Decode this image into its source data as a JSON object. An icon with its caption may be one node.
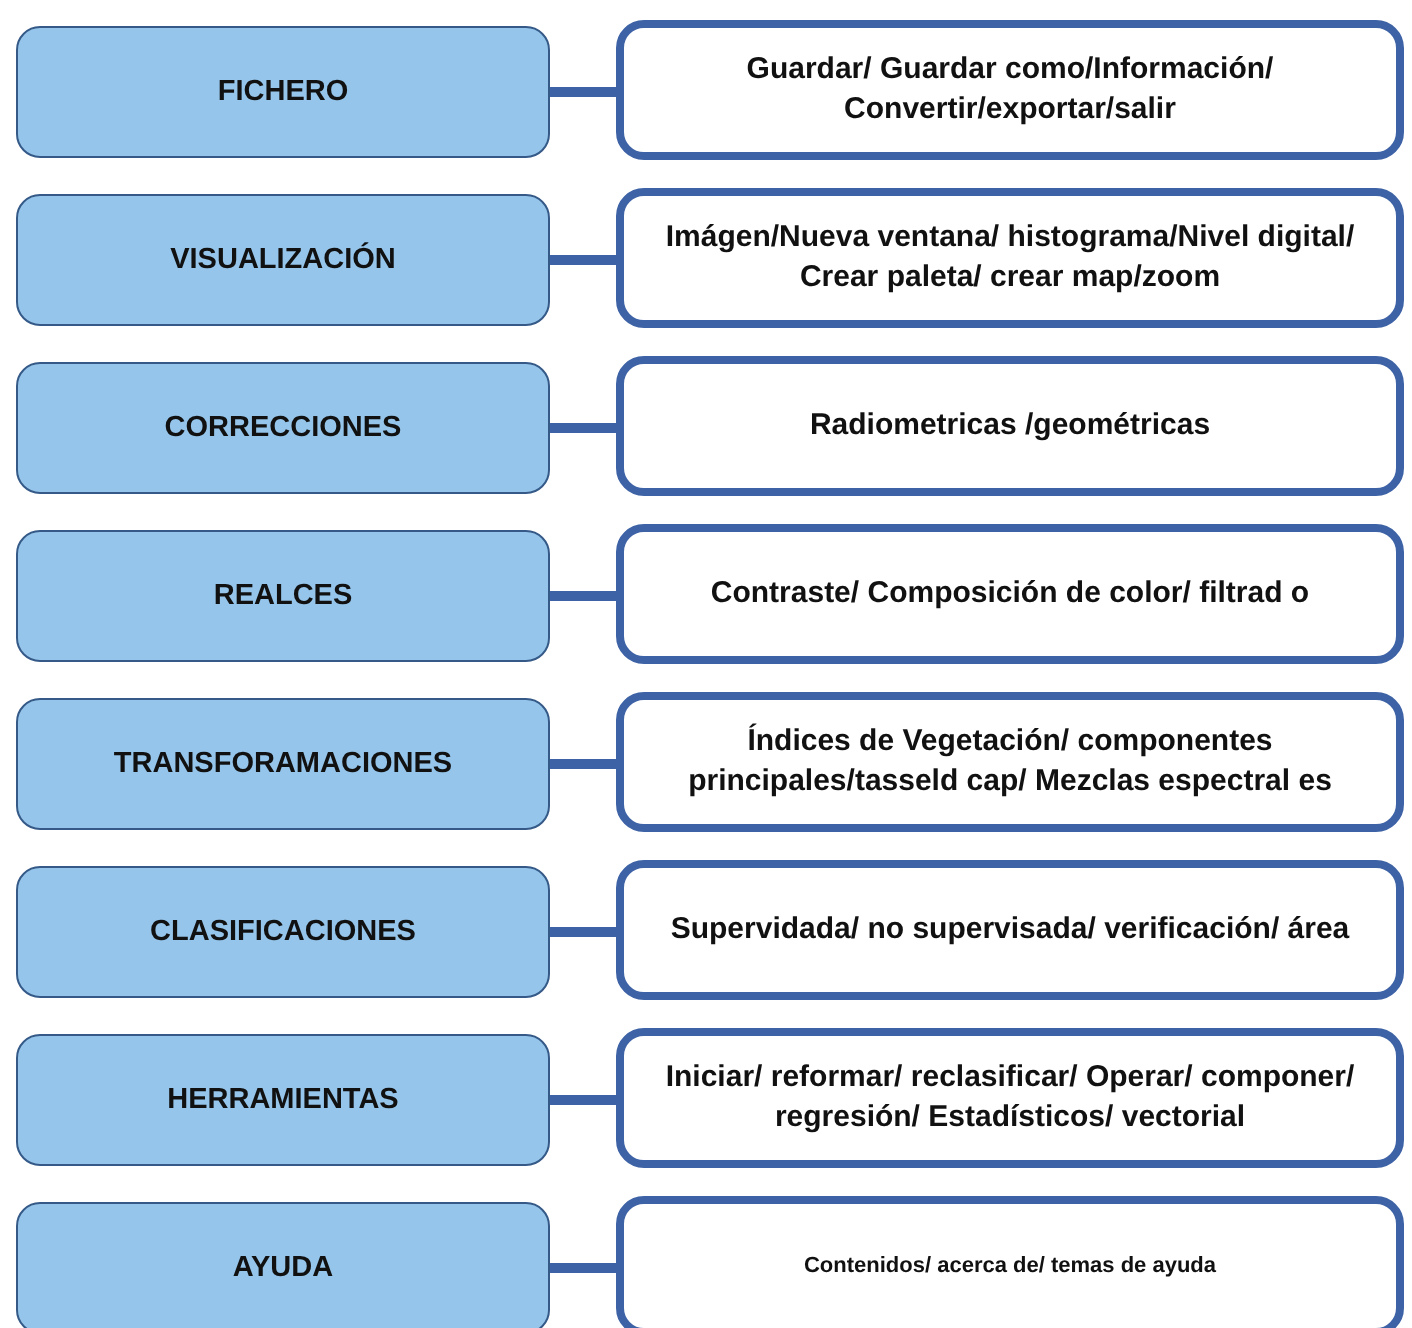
{
  "diagram": {
    "nodes": [
      {
        "text": [
          "FICHERO"
        ]
      },
      {
        "text": [
          "Guardar/ Guardar como/Información/ Convertir/exportar/salir"
        ]
      },
      {
        "text": [
          "VISUALIZACIÓN"
        ]
      },
      {
        "text": [
          "Imágen/Nueva ventana/ histograma/Nivel digital/ Crear paleta/ crear map/zoom"
        ]
      },
      {
        "text": [
          "CORRECCIONES"
        ]
      },
      {
        "text": [
          "Radiometricas /geométricas"
        ]
      },
      {
        "text": [
          "REALCES"
        ]
      },
      {
        "text": [
          "Contraste/ Composición de color/ filtrad o"
        ]
      },
      {
        "text": [
          "TRANSFORAMACIONES"
        ]
      },
      {
        "text": [
          "Índices de Vegetación/ componentes principales/tasseld cap/ Mezclas espectral es"
        ]
      },
      {
        "text": [
          "CLASIFICACIONES"
        ]
      },
      {
        "text": [
          "Supervidada/ no supervisada/ verificación/ área"
        ]
      },
      {
        "text": [
          "HERRAMIENTAS"
        ]
      },
      {
        "text": [
          "Iniciar/ reformar/ reclasificar/ Operar/ componer/ regresión/ Estadísticos/ vectorial"
        ]
      },
      {
        "text": [
          "AYUDA"
        ]
      },
      {
        "text": [
          "Contenidos/ acerca de/ temas de ayuda"
        ]
      }
    ],
    "edges": [
      {
        "from": 0,
        "to": 1,
        "arrow": "none"
      },
      {
        "from": 2,
        "to": 3,
        "arrow": "none"
      },
      {
        "from": 4,
        "to": 5,
        "arrow": "none"
      },
      {
        "from": 6,
        "to": 7,
        "arrow": "none"
      },
      {
        "from": 8,
        "to": 9,
        "arrow": "none"
      },
      {
        "from": 10,
        "to": 11,
        "arrow": "none"
      },
      {
        "from": 12,
        "to": 13,
        "arrow": "none"
      },
      {
        "from": 14,
        "to": 15,
        "arrow": "none"
      }
    ]
  }
}
